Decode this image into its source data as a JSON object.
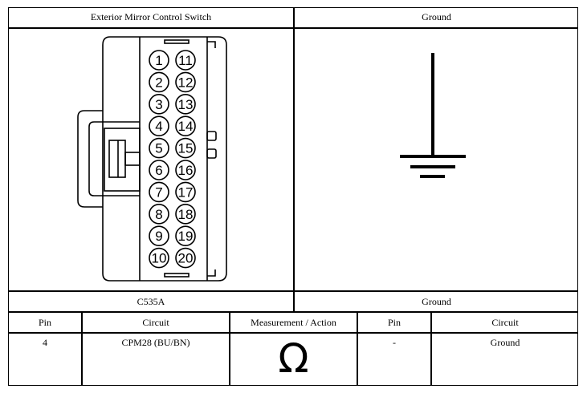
{
  "top_left_title": "Exterior Mirror Control Switch",
  "top_right_title": "Ground",
  "connector_label": "C535A",
  "ground_label": "Ground",
  "connector": {
    "pins_left": [
      "1",
      "2",
      "3",
      "4",
      "5",
      "6",
      "7",
      "8",
      "9",
      "10"
    ],
    "pins_right": [
      "11",
      "12",
      "13",
      "14",
      "15",
      "16",
      "17",
      "18",
      "19",
      "20"
    ]
  },
  "table": {
    "headers": [
      "Pin",
      "Circuit",
      "Measurement / Action",
      "Pin",
      "Circuit"
    ],
    "row": {
      "pin_a": "4",
      "circuit_a": "CPM28 (BU/BN)",
      "measurement_symbol": "Ω",
      "pin_b": "-",
      "circuit_b": "Ground"
    }
  },
  "icons": [
    "connector-diagram",
    "ground-symbol-icon",
    "ohm-symbol-icon"
  ]
}
